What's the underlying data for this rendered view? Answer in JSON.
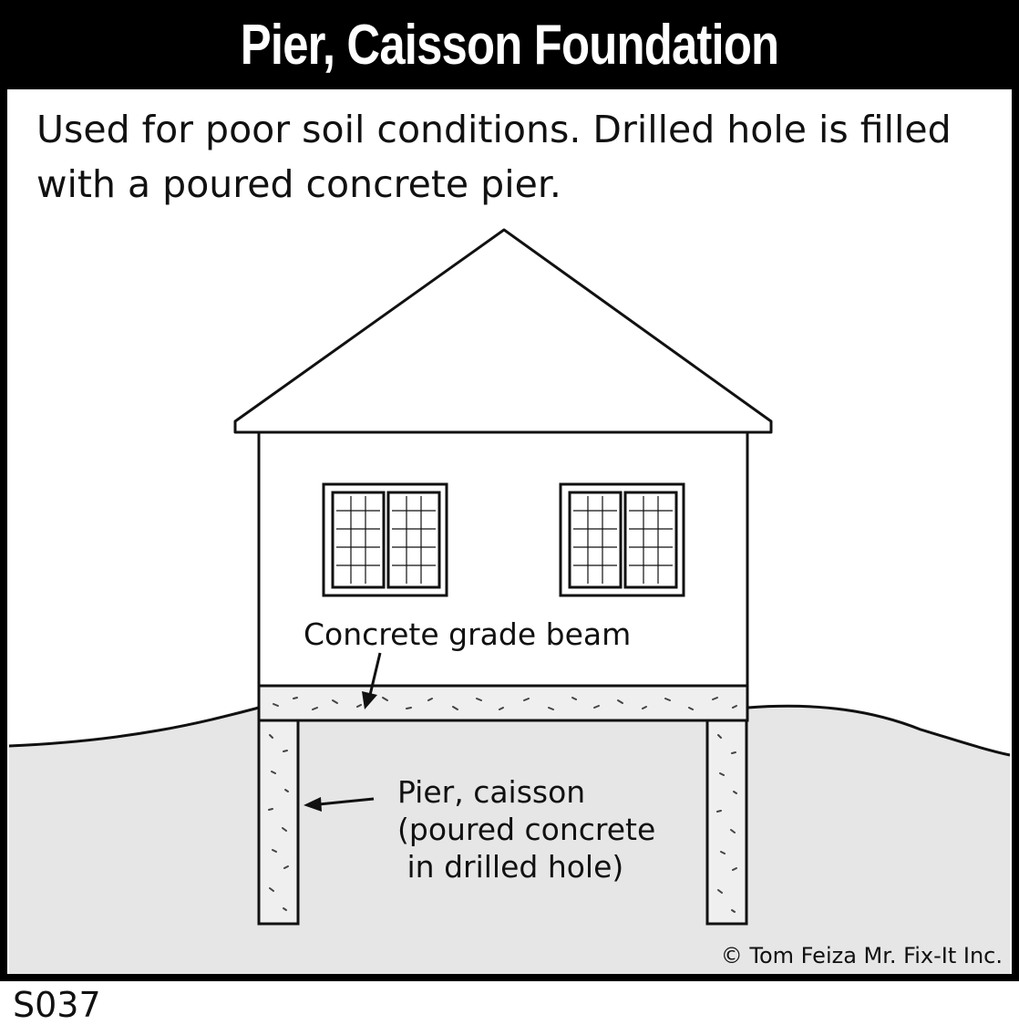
{
  "title": "Pier, Caisson Foundation",
  "caption": {
    "line1": "Used for poor soil conditions.  Drilled hole is filled",
    "line2": "with a poured concrete pier."
  },
  "labels": {
    "grade_beam": "Concrete grade beam",
    "pier_line1": "Pier, caisson",
    "pier_line2": "(poured concrete",
    "pier_line3": " in drilled hole)"
  },
  "copyright": "© Tom Feiza Mr. Fix-It Inc.",
  "code": "S037",
  "colors": {
    "title_bar": "#000000",
    "title_text": "#ffffff",
    "soil": "#e6e6e6",
    "line": "#111111",
    "concrete": "#efefef"
  }
}
